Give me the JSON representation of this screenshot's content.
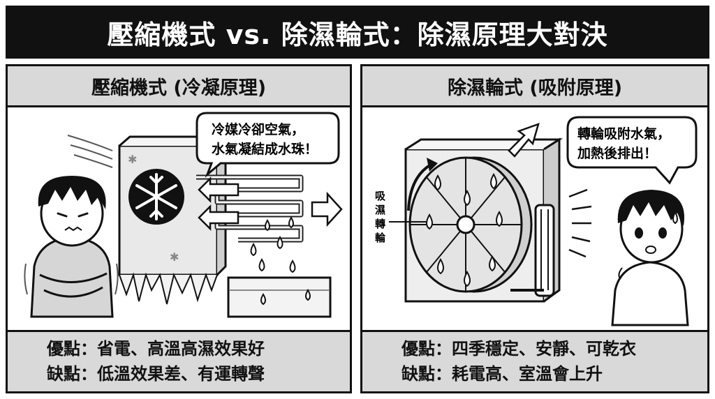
{
  "title": "壓縮機式 vs. 除濕輪式：除濕原理大對決",
  "left_panel": {
    "heading": "壓縮機式 (冷凝原理)",
    "bubble_line1": "冷媒冷卻空氣，",
    "bubble_line2": "水氣凝結成水珠！",
    "pros": "優點：省電、高溫高濕效果好",
    "cons": "缺點：低溫效果差、有運轉聲"
  },
  "right_panel": {
    "heading": "除濕輪式 (吸附原理)",
    "bubble_line1": "轉輪吸附水氣，",
    "bubble_line2": "加熱後排出！",
    "wheel_label_chars": [
      "吸",
      "濕",
      "轉",
      "輪"
    ],
    "pros": "優點：四季穩定、安靜、可乾衣",
    "cons": "缺點：耗電高、室溫會上升"
  }
}
